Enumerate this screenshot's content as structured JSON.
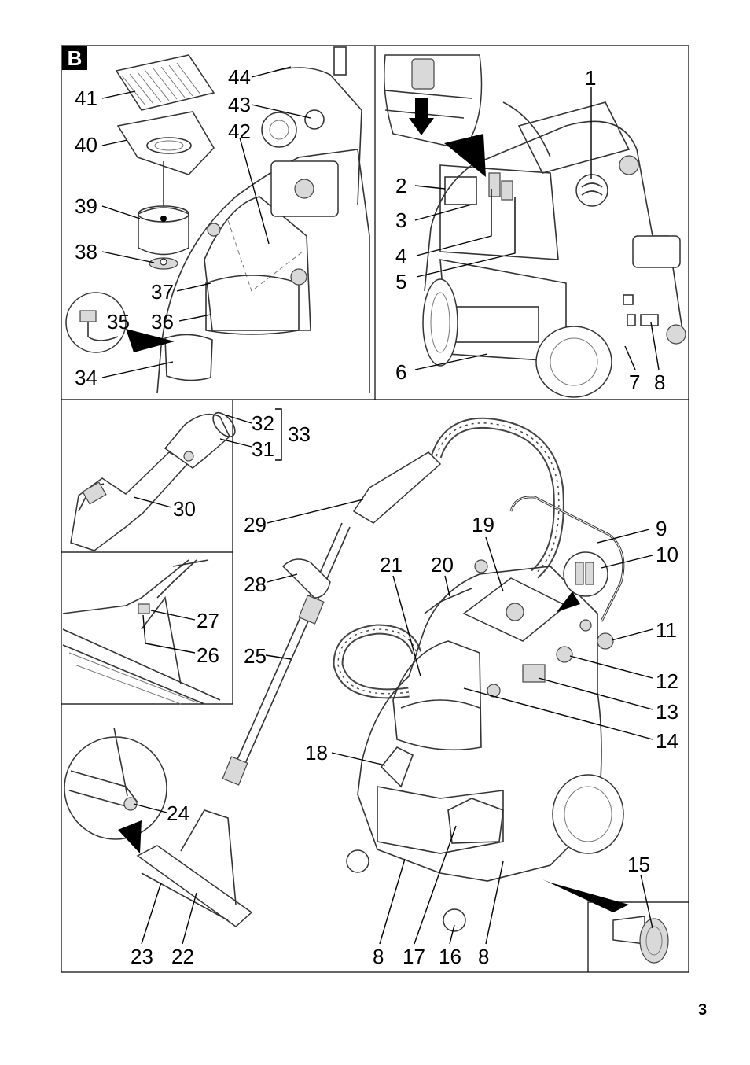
{
  "badge": "B",
  "page_number": "3",
  "panel_b": {
    "labels": [
      "44",
      "43",
      "42",
      "41",
      "40",
      "39",
      "38",
      "37",
      "35",
      "36",
      "34"
    ]
  },
  "panel_top_right": {
    "labels": [
      "1",
      "2",
      "3",
      "4",
      "5",
      "6",
      "7",
      "8"
    ]
  },
  "panel_tool_handle": {
    "labels": [
      "32",
      "31",
      "33",
      "30"
    ]
  },
  "panel_nozzle_detail": {
    "labels": [
      "27",
      "26"
    ]
  },
  "main": {
    "labels": [
      "29",
      "28",
      "25",
      "24",
      "23",
      "22",
      "19",
      "21",
      "20",
      "9",
      "10",
      "11",
      "12",
      "13",
      "14",
      "18",
      "15",
      "8",
      "17",
      "16",
      "8"
    ]
  }
}
